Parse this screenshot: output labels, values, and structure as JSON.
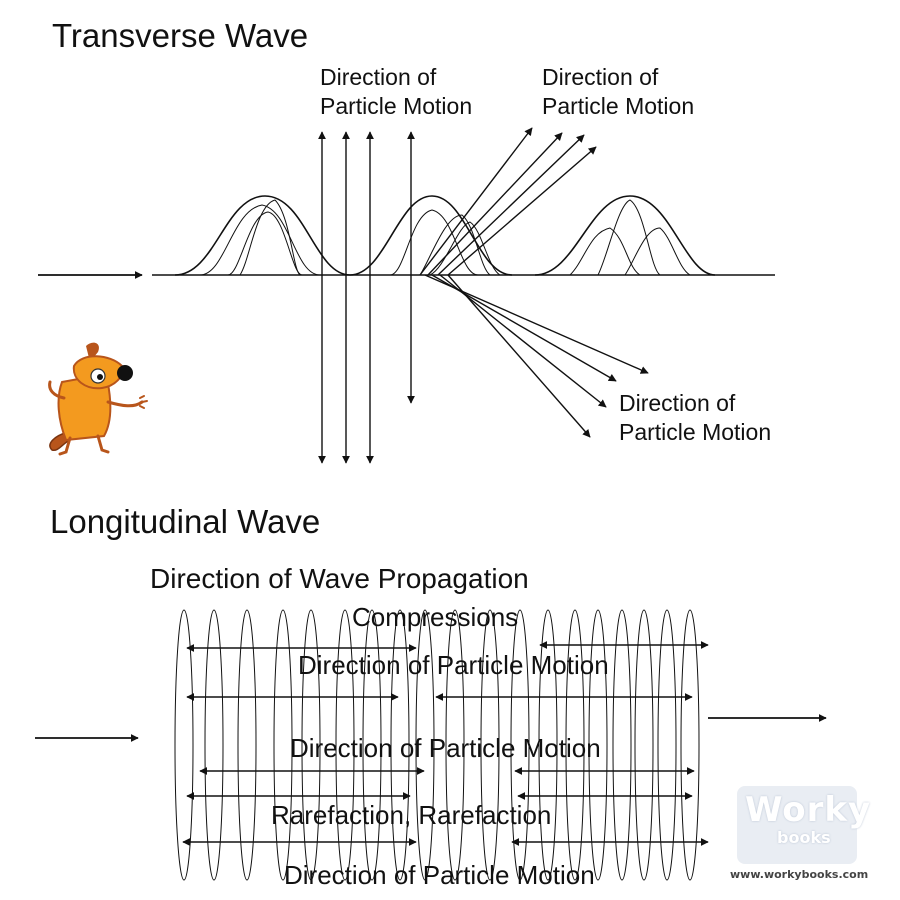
{
  "transverse": {
    "title": "Transverse Wave",
    "label_vertical_1": "Direction of",
    "label_vertical_2": "Particle Motion",
    "label_diag_up_1": "Direction of",
    "label_diag_up_2": "Particle Motion",
    "label_diag_down_1": "Direction of",
    "label_diag_down_2": "Particle Motion"
  },
  "longitudinal": {
    "title": "Longitudinal Wave",
    "label_propagation": "Direction of Wave Propagation",
    "label_compressions": "Compressions",
    "label_motion_1": "Direction of Particle Motion",
    "label_motion_2": "Direction of Particle Motion",
    "label_rarefaction": "Rarefaction, Rarefaction",
    "label_motion_3": "Direction of Particle Motion"
  },
  "branding": {
    "logo_word": "Worky",
    "logo_sub": "books",
    "url": "www.workybooks.com"
  },
  "icons": {
    "mascot": "dog-mascot-icon",
    "logo": "workybooks-logo-icon"
  },
  "colors": {
    "line": "#111111",
    "mascot_body": "#f39a1f",
    "mascot_dark": "#b8551b",
    "logo_bg": "#e9edf3"
  }
}
